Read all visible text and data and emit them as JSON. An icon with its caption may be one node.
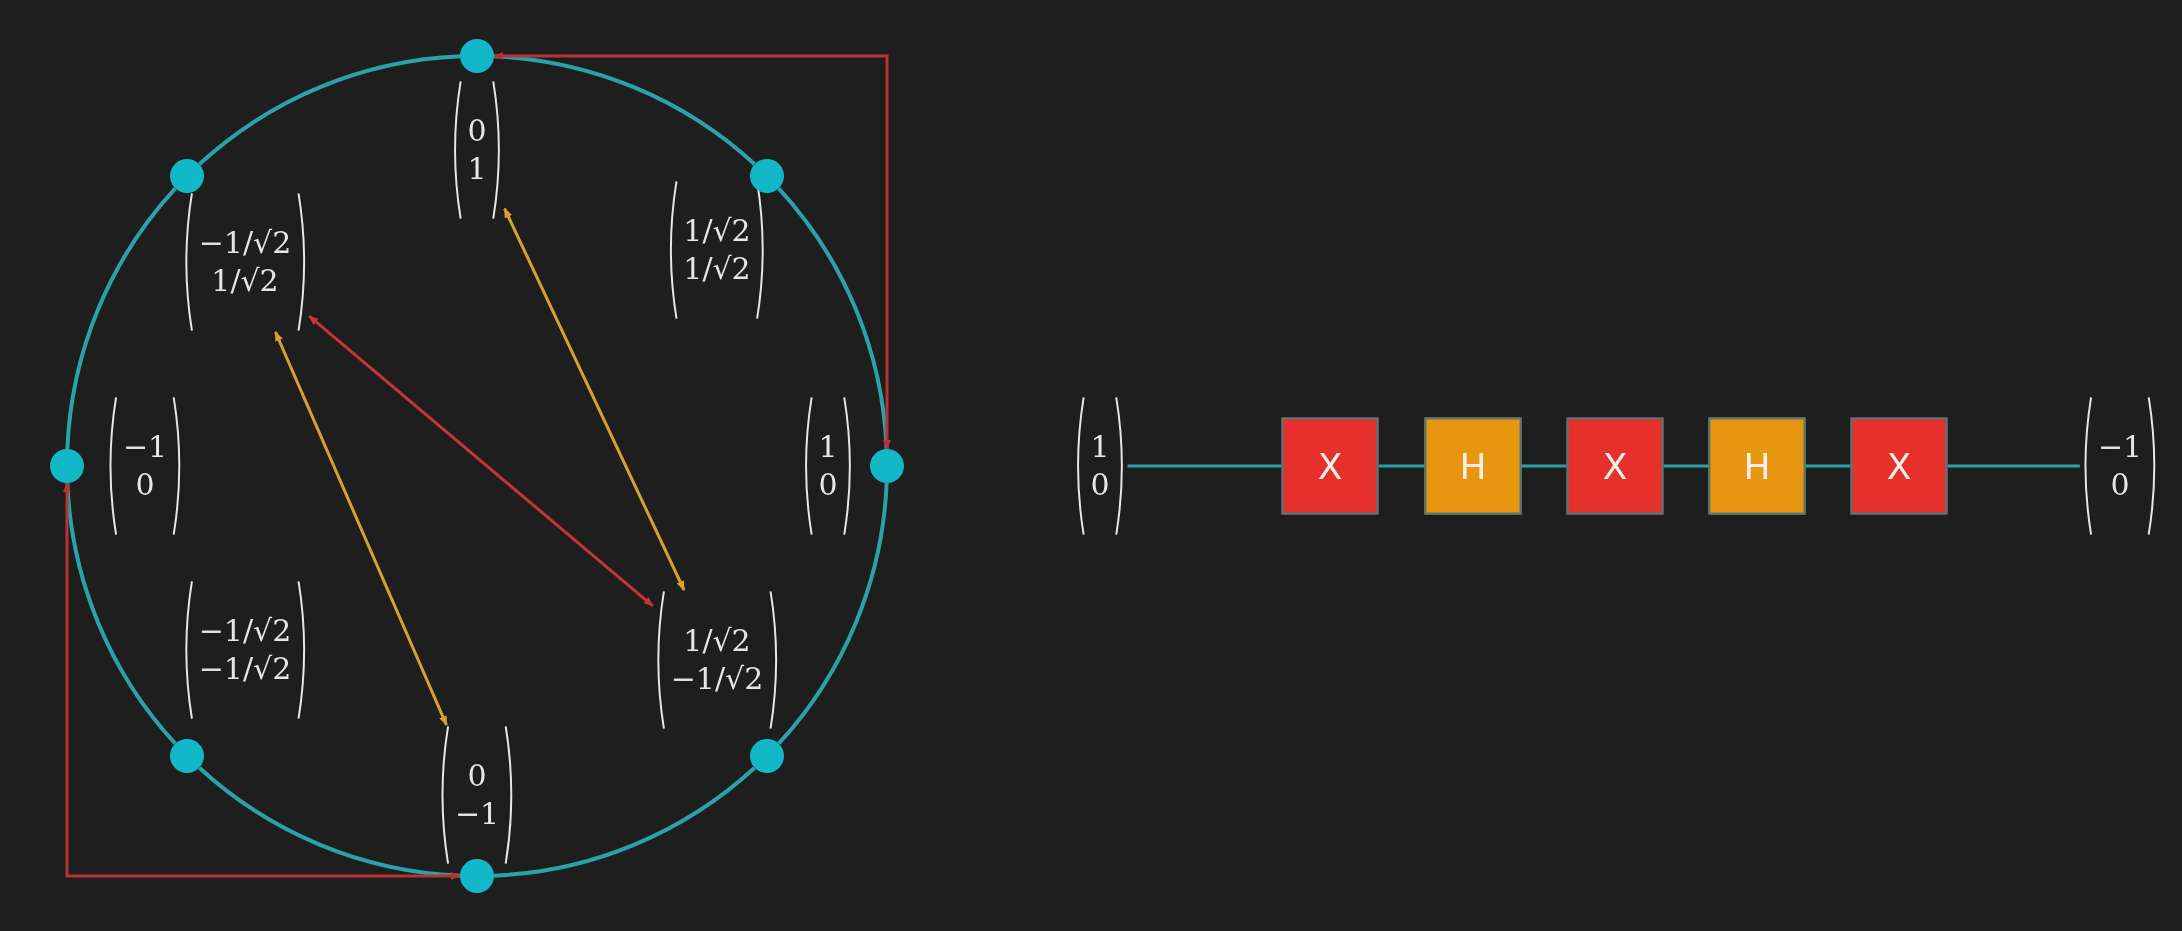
{
  "diagram": {
    "nodes": [
      {
        "text": [
          "0",
          "1"
        ]
      },
      {
        "text": [
          "−1/√2",
          "1/√2"
        ]
      },
      {
        "text": [
          "1/√2",
          "1/√2"
        ]
      },
      {
        "text": [
          "−1",
          "0"
        ]
      },
      {
        "text": [
          "1",
          "0"
        ]
      },
      {
        "text": [
          "−1/√2",
          "−1/√2"
        ]
      },
      {
        "text": [
          "1/√2",
          "−1/√2"
        ]
      },
      {
        "text": [
          "0",
          "−1"
        ]
      },
      {
        "text": [],
        "shape": "circle"
      },
      {
        "text": [],
        "shape": "circle"
      },
      {
        "text": [],
        "shape": "circle"
      },
      {
        "text": [],
        "shape": "circle"
      },
      {
        "text": [],
        "shape": "circle"
      },
      {
        "text": [],
        "shape": "circle"
      },
      {
        "text": [],
        "shape": "circle"
      },
      {
        "text": [],
        "shape": "circle"
      },
      {
        "text": [
          "1",
          "0"
        ]
      },
      {
        "text": [
          "X"
        ]
      },
      {
        "text": [
          "H"
        ]
      },
      {
        "text": [
          "X"
        ]
      },
      {
        "text": [
          "H"
        ]
      },
      {
        "text": [
          "X"
        ]
      },
      {
        "text": [
          "−1",
          "0"
        ]
      }
    ],
    "edges": [
      {
        "from": 8,
        "to": 10,
        "arrow": "none"
      },
      {
        "from": 10,
        "to": 12,
        "arrow": "none"
      },
      {
        "from": 12,
        "to": 14,
        "arrow": "none"
      },
      {
        "from": 14,
        "to": 15,
        "arrow": "none"
      },
      {
        "from": 15,
        "to": 13,
        "arrow": "none"
      },
      {
        "from": 13,
        "to": 11,
        "arrow": "none"
      },
      {
        "from": 11,
        "to": 9,
        "arrow": "none"
      },
      {
        "from": 9,
        "to": 8,
        "arrow": "none"
      },
      {
        "from": 8,
        "to": 12,
        "arrow": "both",
        "color": "#b83232"
      },
      {
        "from": 11,
        "to": 15,
        "arrow": "both",
        "color": "#b83232"
      },
      {
        "from": 0,
        "to": 6,
        "arrow": "both",
        "color": "#d9a030"
      },
      {
        "from": 1,
        "to": 6,
        "arrow": "both",
        "color": "#c8323a"
      },
      {
        "from": 1,
        "to": 7,
        "arrow": "both",
        "color": "#d9a030"
      },
      {
        "from": 16,
        "to": 17,
        "arrow": "none"
      },
      {
        "from": 17,
        "to": 18,
        "arrow": "none"
      },
      {
        "from": 18,
        "to": 19,
        "arrow": "none"
      },
      {
        "from": 19,
        "to": 20,
        "arrow": "none"
      },
      {
        "from": 20,
        "to": 21,
        "arrow": "none"
      },
      {
        "from": 21,
        "to": 22,
        "arrow": "none"
      }
    ]
  }
}
